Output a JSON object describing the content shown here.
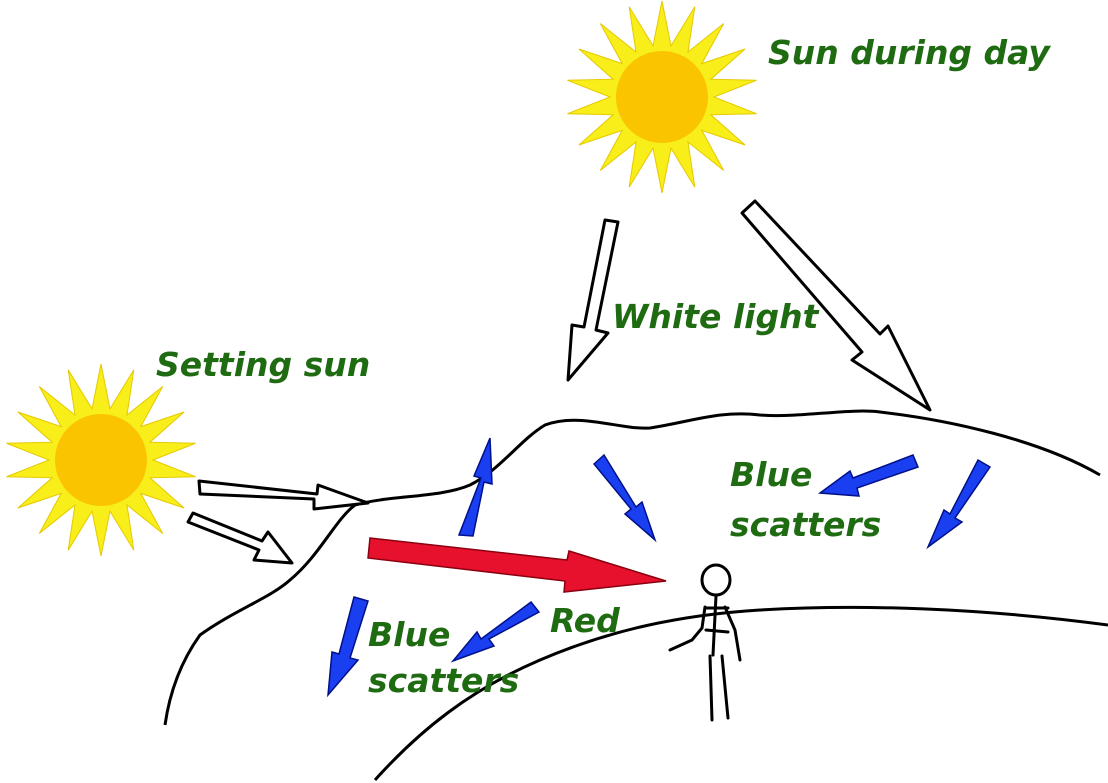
{
  "labels": {
    "sun_day": "Sun during day",
    "white_light": "White light",
    "setting_sun": "Setting sun",
    "blue_scatters_right_line1": "Blue",
    "blue_scatters_right_line2": "scatters",
    "red": "Red",
    "blue_scatters_left_line1": "Blue",
    "blue_scatters_left_line2": "scatters"
  },
  "colors": {
    "label_text": "#1f6b12",
    "sun_rays": "#f7ee1a",
    "sun_core": "#fbc400",
    "blue_arrow": "#1a3ff0",
    "red_arrow": "#e8112d",
    "outline": "#000000"
  },
  "icons": {
    "sun": "sun-icon",
    "person": "stick-figure-icon"
  }
}
